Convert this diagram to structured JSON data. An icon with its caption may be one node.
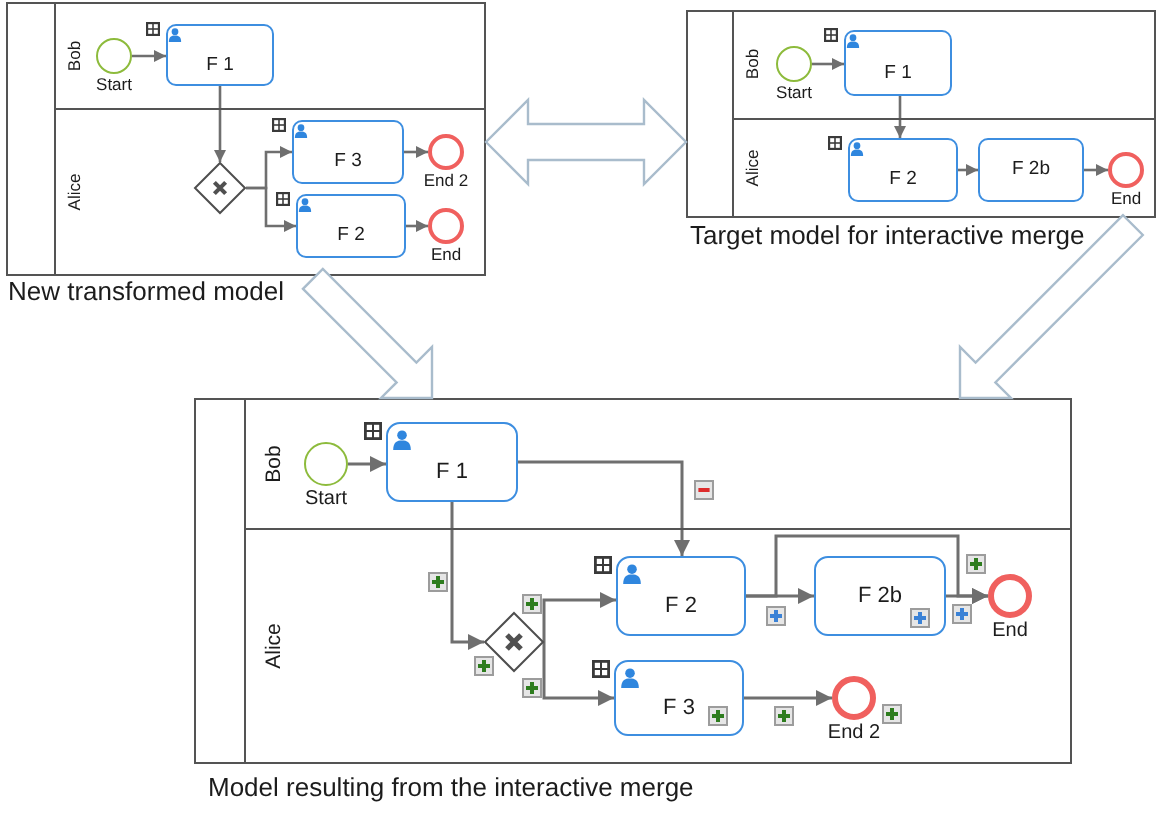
{
  "diagram": {
    "nodes": [
      {
        "text": [],
        "shape": "box",
        "beside": [
          "New transformed model"
        ]
      },
      {
        "text": [
          "Bob"
        ],
        "in": 0
      },
      {
        "text": [],
        "shape": "circle",
        "beside": [
          "Start"
        ],
        "in": 1
      },
      {
        "text": [
          "F 1"
        ],
        "in": 1
      },
      {
        "text": [
          "Alice"
        ],
        "in": 0
      },
      {
        "text": [],
        "shape": "diamond",
        "in": 4
      },
      {
        "text": [
          "F 3"
        ],
        "in": 4
      },
      {
        "text": [],
        "shape": "circle",
        "beside": [
          "End 2"
        ],
        "in": 4
      },
      {
        "text": [
          "F 2"
        ],
        "in": 4
      },
      {
        "text": [],
        "shape": "circle",
        "beside": [
          "End"
        ],
        "in": 4
      },
      {
        "text": [],
        "shape": "box",
        "beside": [
          "Target model for interactive merge"
        ]
      },
      {
        "text": [
          "Bob"
        ],
        "in": 10
      },
      {
        "text": [],
        "shape": "circle",
        "beside": [
          "Start"
        ],
        "in": 11
      },
      {
        "text": [
          "F 1"
        ],
        "in": 11
      },
      {
        "text": [
          "Alice"
        ],
        "in": 10
      },
      {
        "text": [
          "F 2"
        ],
        "in": 14
      },
      {
        "text": [
          "F 2b"
        ],
        "in": 14
      },
      {
        "text": [],
        "shape": "circle",
        "beside": [
          "End"
        ],
        "in": 14
      },
      {
        "text": [],
        "shape": "box",
        "beside": [
          "Model resulting from the interactive merge"
        ]
      },
      {
        "text": [
          "Bob"
        ],
        "in": 18
      },
      {
        "text": [],
        "shape": "circle",
        "beside": [
          "Start"
        ],
        "in": 19
      },
      {
        "text": [
          "F 1"
        ],
        "in": 19
      },
      {
        "text": [
          "Alice"
        ],
        "in": 18
      },
      {
        "text": [
          "F 2"
        ],
        "in": 22
      },
      {
        "text": [
          "F 2b"
        ],
        "in": 22
      },
      {
        "text": [],
        "shape": "circle",
        "beside": [
          "End"
        ],
        "in": 22
      },
      {
        "text": [],
        "shape": "diamond",
        "in": 22
      },
      {
        "text": [
          "F 3"
        ],
        "in": 22
      },
      {
        "text": [],
        "shape": "circle",
        "beside": [
          "End 2"
        ],
        "in": 22
      }
    ],
    "edges": [
      {
        "from": 2,
        "to": 3,
        "arrow": "to"
      },
      {
        "from": 3,
        "to": 5,
        "arrow": "to"
      },
      {
        "from": 5,
        "to": 6,
        "arrow": "to"
      },
      {
        "from": 5,
        "to": 8,
        "arrow": "to"
      },
      {
        "from": 6,
        "to": 7,
        "arrow": "to"
      },
      {
        "from": 8,
        "to": 9,
        "arrow": "to"
      },
      {
        "from": 12,
        "to": 13,
        "arrow": "to"
      },
      {
        "from": 13,
        "to": 15,
        "arrow": "to"
      },
      {
        "from": 15,
        "to": 16,
        "arrow": "to"
      },
      {
        "from": 16,
        "to": 17,
        "arrow": "to"
      },
      {
        "from": 20,
        "to": 21,
        "arrow": "to"
      },
      {
        "from": 21,
        "to": 23,
        "arrow": "to"
      },
      {
        "from": 21,
        "to": 26,
        "arrow": "to"
      },
      {
        "from": 26,
        "to": 23,
        "arrow": "to"
      },
      {
        "from": 26,
        "to": 27,
        "arrow": "to"
      },
      {
        "from": 23,
        "to": 24,
        "arrow": "to"
      },
      {
        "from": 24,
        "to": 25,
        "arrow": "to"
      },
      {
        "from": 23,
        "to": 25,
        "arrow": "to"
      },
      {
        "from": 27,
        "to": 28,
        "arrow": "to"
      },
      {
        "from": 0,
        "to": 10,
        "arrow": "both",
        "style": "thick",
        "color": "#a9bccc"
      },
      {
        "from": 0,
        "to": 18,
        "arrow": "to",
        "style": "thick",
        "color": "#a9bccc"
      },
      {
        "from": 10,
        "to": 18,
        "arrow": "to",
        "style": "thick",
        "color": "#a9bccc"
      }
    ]
  }
}
